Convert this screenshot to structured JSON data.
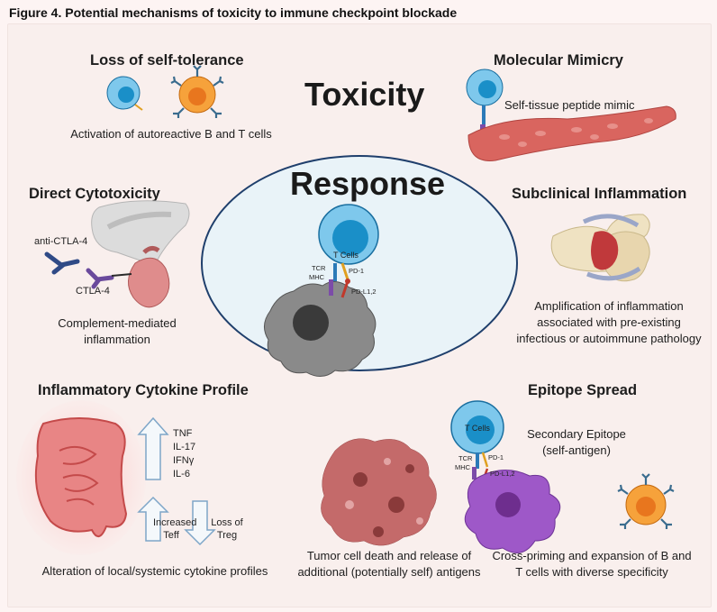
{
  "figure_title": "Figure 4. Potential mechanisms of toxicity to immune checkpoint blockade",
  "toxicity_title": "Toxicity",
  "response": {
    "title": "Response",
    "t_cell_label": "T Cells",
    "tcr_label": "TCR",
    "mhc_label": "MHC",
    "pd1_label": "PD-1",
    "pdl_label": "PD-L1,2"
  },
  "self_tolerance": {
    "heading": "Loss of self-tolerance",
    "caption": "Activation of autoreactive B and T cells"
  },
  "mimicry": {
    "heading": "Molecular Mimicry",
    "caption": "Self-tissue peptide mimic"
  },
  "cytotoxicity": {
    "heading": "Direct Cytotoxicity",
    "anti_ctla4": "anti-CTLA-4",
    "ctla4": "CTLA-4",
    "caption_line1": "Complement-mediated",
    "caption_line2": "inflammation"
  },
  "subclinical": {
    "heading": "Subclinical Inflammation",
    "caption_line1": "Amplification of inflammation",
    "caption_line2": "associated with pre-existing",
    "caption_line3": "infectious or autoimmune pathology"
  },
  "cytokine": {
    "heading": "Inflammatory Cytokine Profile",
    "up_list": [
      "TNF",
      "IL-17",
      "IFNγ",
      "IL-6"
    ],
    "increased_line1": "Increased",
    "increased_line2": "Teff",
    "loss_line1": "Loss of",
    "loss_line2": "Treg",
    "caption": "Alteration of local/systemic cytokine profiles"
  },
  "epitope": {
    "heading": "Epitope Spread",
    "t_cell_label": "T Cells",
    "tcr_label": "TCR",
    "mhc_label": "MHC",
    "pd1_label": "PD-1",
    "pdl_label": "PD-L1,2",
    "secondary_line1": "Secondary Epitope",
    "secondary_line2": "(self-antigen)",
    "death_line1": "Tumor cell death and release of",
    "death_line2": "additional (potentially self) antigens",
    "priming_line1": "Cross-priming and expansion of B and",
    "priming_line2": "T cells with diverse specificity"
  },
  "colors": {
    "t_cell_outer": "#7ec8ec",
    "t_cell_inner": "#1a8fc8",
    "b_cell_outer": "#f6a23b",
    "b_cell_inner": "#e8761e",
    "antibody": "#3a6c8e",
    "tumor": "#7a7a7a",
    "apc": "#9e58c8",
    "muscle": "#d9655f",
    "ellipse_border": "#1f3f6c",
    "ellipse_fill": "#e9f3f8"
  }
}
